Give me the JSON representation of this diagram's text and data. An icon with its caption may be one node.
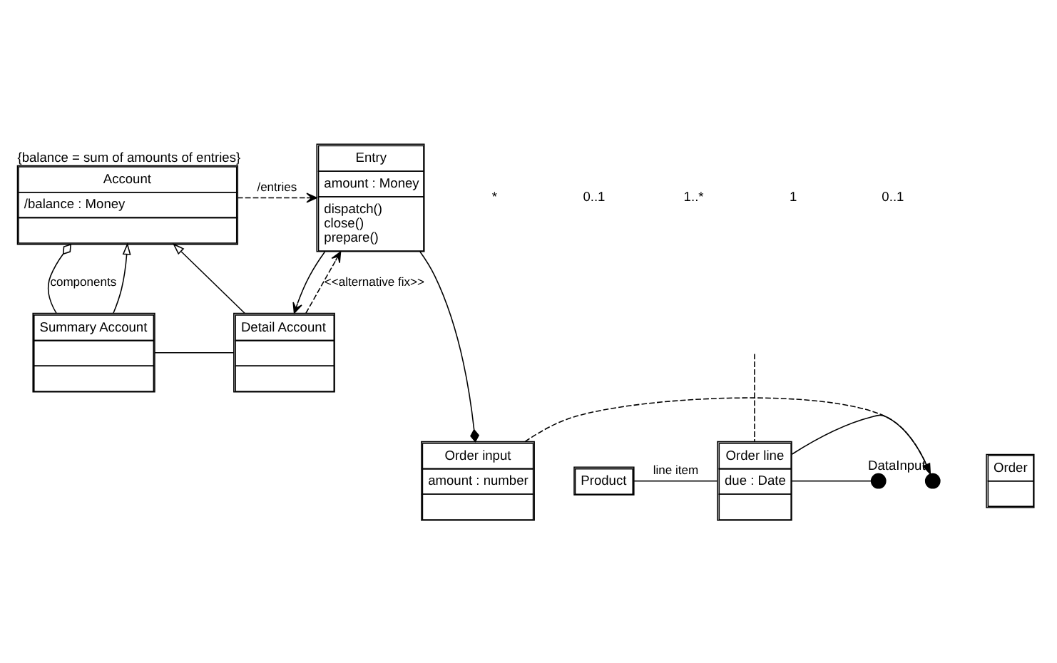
{
  "diagram": {
    "nodes": [
      {
        "text": [
          "Account",
          "/balance : Money"
        ],
        "beside": [
          "{balance = sum of amounts of entries}"
        ]
      },
      {
        "text": [
          "Entry",
          "amount : Money",
          "dispatch()",
          "close()",
          "prepare()"
        ]
      },
      {
        "text": [
          "Summary Account"
        ]
      },
      {
        "text": [
          "Detail Account"
        ]
      },
      {
        "text": [
          "Order"
        ]
      },
      {
        "text": [
          "Product"
        ]
      },
      {
        "text": [
          "Order line",
          "due : Date"
        ]
      },
      {
        "text": [
          "Order input",
          "amount : number"
        ]
      },
      {
        "text": [],
        "shape": "circle",
        "beside": [
          "DataInput"
        ]
      },
      {
        "text": [],
        "shape": "circle"
      }
    ],
    "edges": [
      {
        "from": 0,
        "to": 2,
        "arrow": "other",
        "label": "components"
      },
      {
        "from": 0,
        "to": 1,
        "arrow": "to",
        "label": "/entries",
        "style": "dashed"
      },
      {
        "from": 2,
        "to": 0,
        "arrow": "to"
      },
      {
        "from": 3,
        "to": 0,
        "arrow": "to"
      },
      {
        "from": 3,
        "to": 1,
        "arrow": "to",
        "label": "<<alternative fix>>",
        "style": "dashed"
      },
      {
        "from": 1,
        "to": 3,
        "arrow": "to"
      },
      {
        "from": 1,
        "to": 7,
        "arrow": "other"
      },
      {
        "from": 2,
        "to": 3,
        "arrow": "none"
      },
      {
        "from": null,
        "to": 6,
        "arrow": "none",
        "style": "dashed"
      },
      {
        "from": 5,
        "to": 6,
        "arrow": "none",
        "label": "line item"
      },
      {
        "from": 6,
        "to": 8,
        "arrow": "none"
      },
      {
        "from": 6,
        "to": 9,
        "arrow": "none"
      },
      {
        "from": 7,
        "to": 8,
        "arrow": "to",
        "style": "dashed"
      }
    ],
    "labels": [
      "*",
      "0..1",
      "1..*",
      "1",
      "0..1"
    ]
  }
}
